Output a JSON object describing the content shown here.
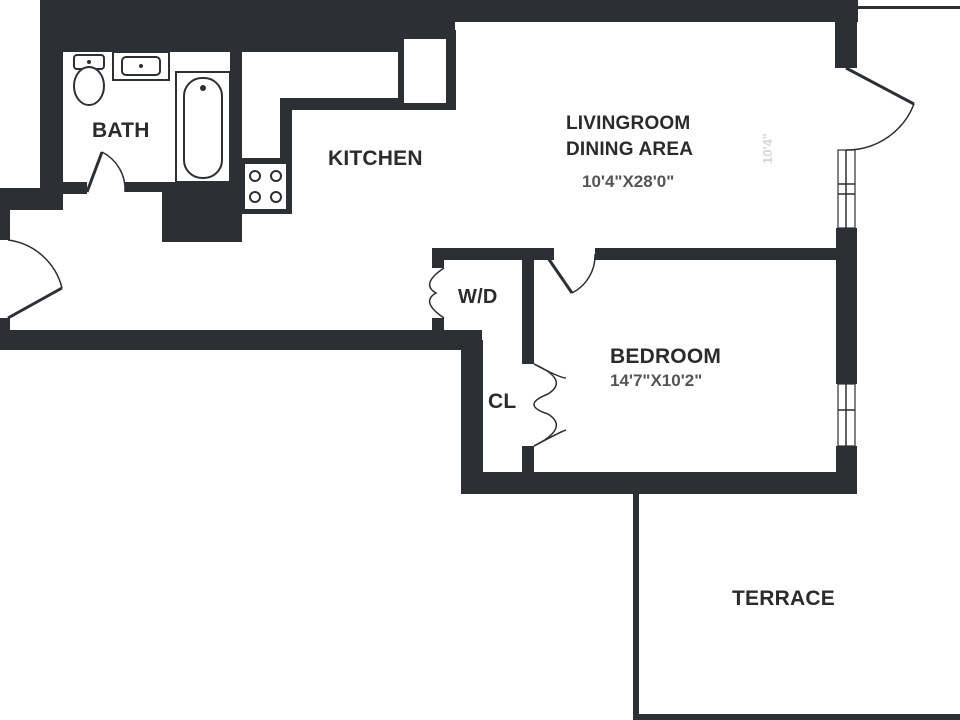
{
  "rooms": {
    "bath": {
      "name": "BATH"
    },
    "kitchen": {
      "name": "KITCHEN"
    },
    "living": {
      "name_line1": "LIVINGROOM",
      "name_line2": "DINING AREA",
      "dimensions": "10'4\"X28'0\""
    },
    "washer_dryer": {
      "name": "W/D"
    },
    "bedroom": {
      "name": "BEDROOM",
      "dimensions": "14'7\"X10'2\""
    },
    "closet": {
      "name": "CL"
    },
    "terrace": {
      "name": "TERRACE"
    }
  },
  "faded_marking": "10'4\"",
  "colors": {
    "wall": "#2c2f33",
    "background": "#ffffff",
    "label": "#2b2b2b",
    "dimension": "#555555"
  }
}
